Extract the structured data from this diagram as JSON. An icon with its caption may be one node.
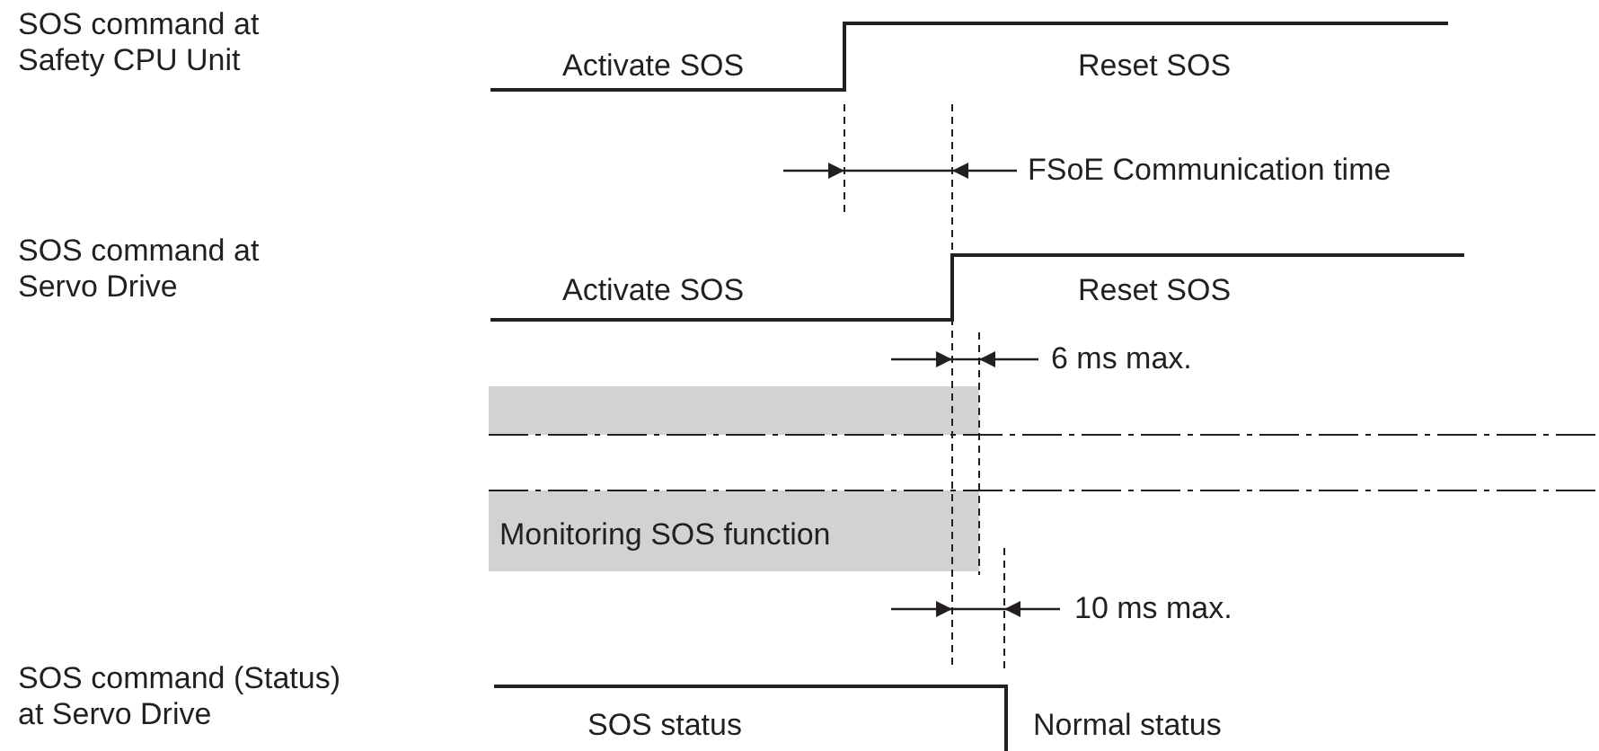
{
  "diagram": {
    "labels": [
      "SOS command at Safety CPU Unit",
      "Activate SOS",
      "Reset SOS",
      "FSoE Communication time",
      "SOS command at Servo Drive",
      "Activate SOS",
      "Reset SOS",
      "6 ms max.",
      "Monitoring SOS function",
      "10 ms max.",
      "SOS command (Status) at Servo Drive",
      "SOS status",
      "Normal status"
    ]
  }
}
